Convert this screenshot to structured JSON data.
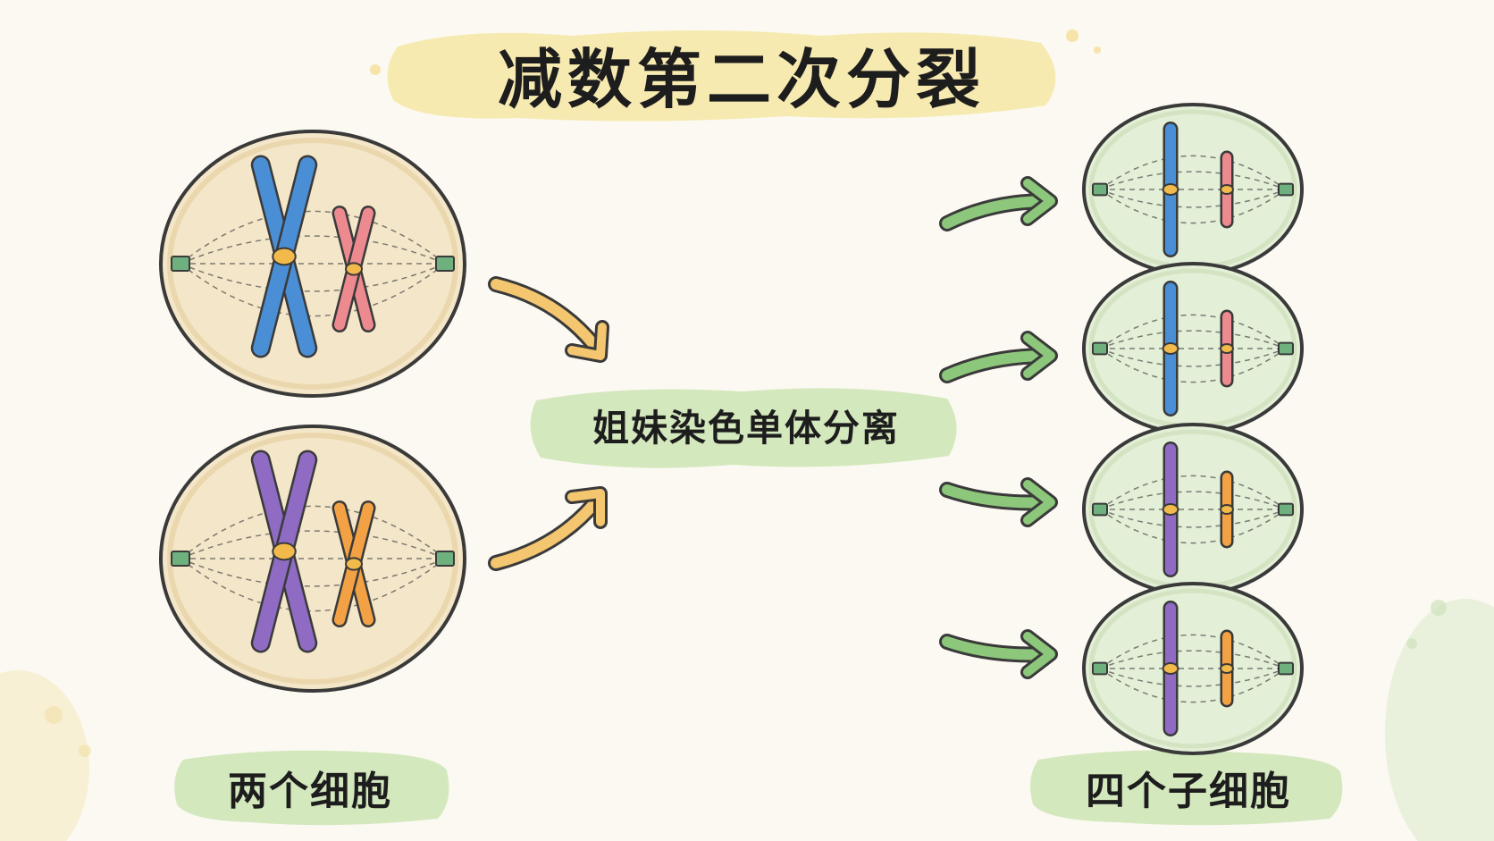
{
  "title": "减数第二次分裂",
  "center_label": "姐妹染色单体分离",
  "left_caption": "两个细胞",
  "right_caption": "四个子细胞",
  "colors": {
    "background": "#fbf9f1",
    "title_wash": "#f6e7a4",
    "label_wash": "#cfe6b8",
    "parent_cell": "#f4e6c8",
    "daughter_cell": "#e3efd6",
    "outline": "#3a3a3a",
    "centrosome": "#6fb07f",
    "centromere": "#f2b94b",
    "chromosome_blue": "#4a8fd6",
    "chromosome_pink": "#ec8a90",
    "chromosome_purple": "#8f6bc4",
    "chromosome_orange": "#f2a244",
    "arrow_yellow": "#f3c66f",
    "arrow_green": "#8cc77b"
  },
  "parent_cells": [
    {
      "big": "chromosome_blue",
      "small": "chromosome_pink"
    },
    {
      "big": "chromosome_purple",
      "small": "chromosome_orange"
    }
  ],
  "daughter_cells": [
    {
      "big": "chromosome_blue",
      "small": "chromosome_pink"
    },
    {
      "big": "chromosome_blue",
      "small": "chromosome_pink"
    },
    {
      "big": "chromosome_purple",
      "small": "chromosome_orange"
    },
    {
      "big": "chromosome_purple",
      "small": "chromosome_orange"
    }
  ]
}
